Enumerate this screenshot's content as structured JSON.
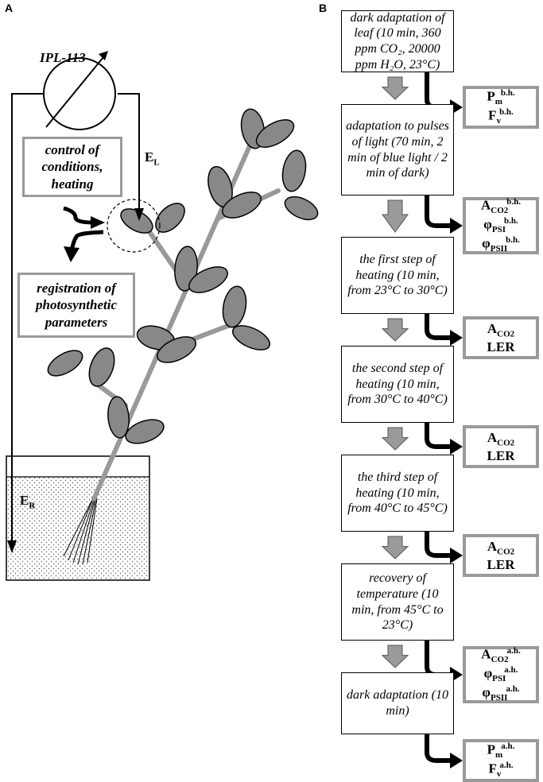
{
  "panel_a": {
    "letter": "A",
    "meter_label": "IPL-113",
    "control_box": "control of conditions, heating",
    "registration_box": "registration of photosynthetic parameters",
    "el_main": "E",
    "el_sub": "L",
    "er_main": "E",
    "er_sub": "R"
  },
  "panel_b": {
    "letter": "B",
    "steps": [
      "dark adaptation of leaf (10 min, 360 ppm CO₂, 20000 ppm H₂O, 23°C)",
      "adaptation to pulses of light (70 min, 2 min of blue light / 2 min of dark)",
      "the first step of heating (10 min, from 23°C to 30°C)",
      "the second step of heating (10 min, from 30°C to 40°C)",
      "the third step of heating (10 min, from 40°C to 45°C)",
      "recovery of temperature (10 min, from 45°C to 23°C)",
      "dark adaptation (10 min)"
    ],
    "outputs": [
      {
        "rows": [
          {
            "main": "P",
            "sub": "m",
            "sup": "b.h."
          },
          {
            "main": "F",
            "sub": "v",
            "sup": "b.h."
          }
        ]
      },
      {
        "rows": [
          {
            "main": "A",
            "sub": "CO2",
            "sup": "b.h."
          },
          {
            "main": "φ",
            "sub": "PSI",
            "sup": "b.h."
          },
          {
            "main": "φ",
            "sub": "PSII",
            "sup": "b.h."
          }
        ]
      },
      {
        "rows": [
          {
            "main": "A",
            "sub": "CO2",
            "sup": ""
          },
          {
            "main": "LER",
            "sub": "",
            "sup": ""
          }
        ]
      },
      {
        "rows": [
          {
            "main": "A",
            "sub": "CO2",
            "sup": ""
          },
          {
            "main": "LER",
            "sub": "",
            "sup": ""
          }
        ]
      },
      {
        "rows": [
          {
            "main": "A",
            "sub": "CO2",
            "sup": ""
          },
          {
            "main": "LER",
            "sub": "",
            "sup": ""
          }
        ]
      },
      {
        "rows": [
          {
            "main": "A",
            "sub": "CO2",
            "sup": "a.h."
          },
          {
            "main": "φ",
            "sub": "PSI",
            "sup": "a.h."
          },
          {
            "main": "φ",
            "sub": "PSII",
            "sup": "a.h."
          }
        ]
      },
      {
        "rows": [
          {
            "main": "P",
            "sub": "m",
            "sup": "a.h."
          },
          {
            "main": "F",
            "sub": "v",
            "sup": "a.h."
          }
        ]
      }
    ]
  }
}
